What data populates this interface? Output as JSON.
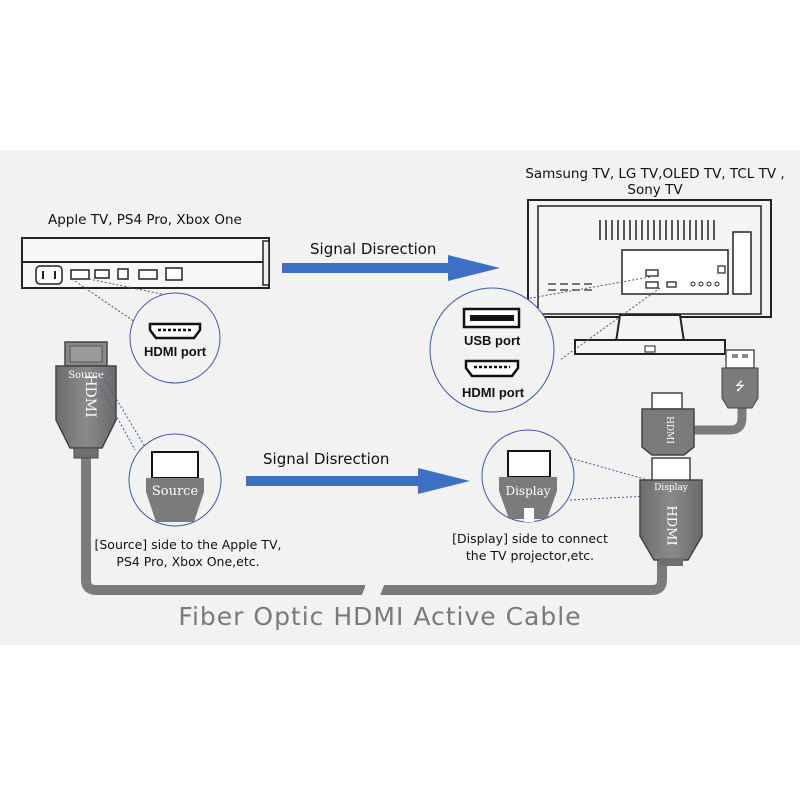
{
  "devices": {
    "source_label": "Apple TV, PS4 Pro, Xbox One",
    "display_label": "Samsung TV, LG TV,OLED TV, TCL TV ,\nSony TV"
  },
  "ports": {
    "hdmi_port_source": "HDMI port",
    "usb_port": "USB port",
    "hdmi_port_tv": "HDMI port"
  },
  "arrows": {
    "top_label": "Signal Disrection",
    "bottom_label": "Signal Disrection"
  },
  "connectors": {
    "source_text": "Source",
    "display_text": "Display",
    "hdmi_text": "HDMI"
  },
  "descriptions": {
    "source_desc": "[Source] side to the Apple TV,\nPS4 Pro, Xbox One,etc.",
    "display_desc": "[Display] side to connect\nthe TV projector,etc."
  },
  "title": "Fiber Optic HDMI Active Cable",
  "colors": {
    "arrow": "#3d6fc4",
    "connector": "#7b7b7b",
    "panel": "#f2f2f2",
    "title": "#7a7a7a"
  }
}
